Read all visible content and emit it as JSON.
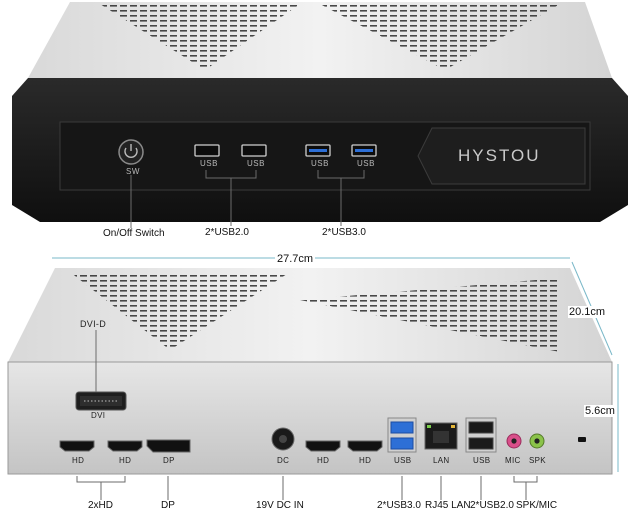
{
  "top_device": {
    "brand": "HYSTOU",
    "switch_tag": "SW",
    "usb_tag": "USB",
    "callouts": {
      "switch": "On/Off Switch",
      "usb2": "2*USB2.0",
      "usb3": "2*USB3.0"
    }
  },
  "bottom_device": {
    "dimensions": {
      "length": "27.7cm",
      "depth": "20.1cm",
      "height": "5.6cm"
    },
    "port_tags": {
      "dvi_top": "DVI-D",
      "dvi_bottom": "DVI",
      "hd": "HD",
      "dp": "DP",
      "dc": "DC",
      "usb": "USB",
      "lan": "LAN",
      "mic": "MIC",
      "spk": "SPK"
    },
    "callouts": {
      "hd": "2xHD",
      "dp": "DP",
      "dc": "19V DC IN",
      "usb3": "2*USB3.0",
      "lan": "RJ45 LAN",
      "usb2": "2*USB2.0",
      "audio": "SPK/MIC"
    }
  },
  "colors": {
    "usb3_blue": "#2d6fd6",
    "mic_pink": "#d94f8a",
    "spk_green": "#8bc34a",
    "chassis_black": "#1c1c1c",
    "panel_silver": "#cfcfcf"
  }
}
